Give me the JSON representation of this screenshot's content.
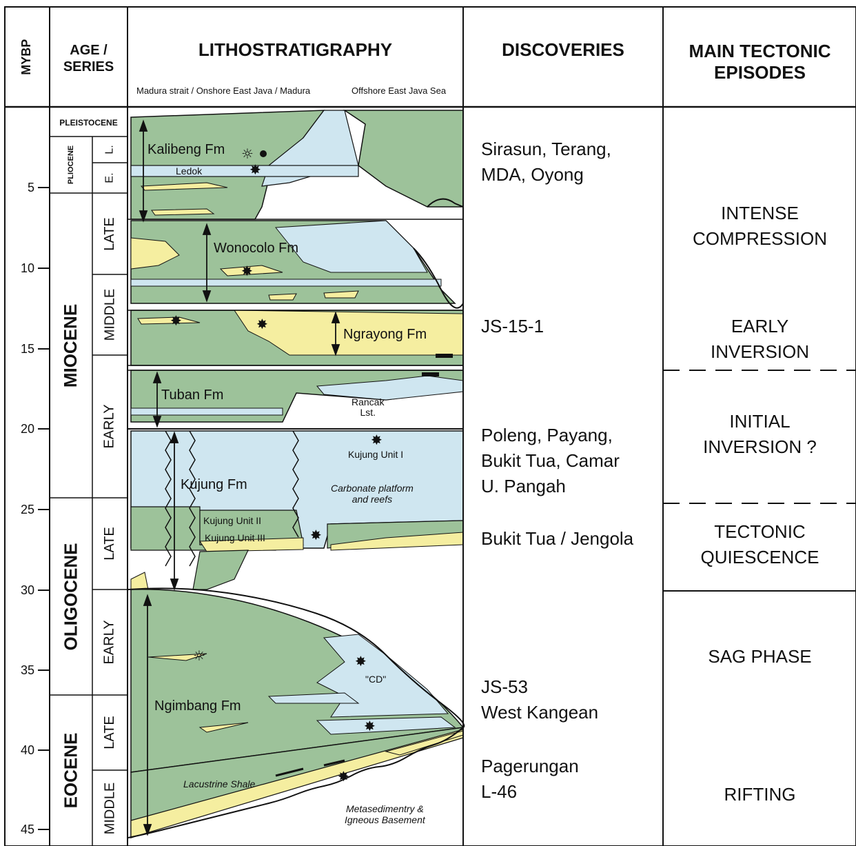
{
  "headers": {
    "mybp": "MYBP",
    "age": "AGE / SERIES",
    "litho": "LITHOSTRATIGRAPHY",
    "litho_left": "Madura strait / Onshore East Java / Madura",
    "litho_right": "Offshore East Java Sea",
    "discoveries": "DISCOVERIES",
    "tectonic": "MAIN TECTONIC EPISODES"
  },
  "mybp_ticks": [
    "5",
    "10",
    "15",
    "20",
    "25",
    "30",
    "35",
    "40",
    "45"
  ],
  "epochs": {
    "pleistocene": "PLEISTOCENE",
    "pliocene": "PLIOCENE",
    "miocene": "MIOCENE",
    "oligocene": "OLIGOCENE",
    "eocene": "EOCENE"
  },
  "series": {
    "plio_late": "L.",
    "plio_early": "E.",
    "mio_late": "LATE",
    "mio_middle": "MIDDLE",
    "mio_early": "EARLY",
    "oligo_late": "LATE",
    "oligo_early": "EARLY",
    "eo_late": "LATE",
    "eo_middle": "MIDDLE"
  },
  "formations": {
    "kalibeng": "Kalibeng Fm",
    "ledok": "Ledok",
    "wonocolo": "Wonocolo Fm",
    "ngrayong": "Ngrayong Fm",
    "tuban": "Tuban Fm",
    "rancak": "Rancak\nLst.",
    "kujung": "Kujung Fm",
    "kujung1": "Kujung Unit I",
    "carbonate": "Carbonate platform\nand reefs",
    "kujung2": "Kujung Unit II",
    "kujung3": "Kujung Unit III",
    "cd": "\"CD\"",
    "ngimbang": "Ngimbang Fm",
    "lacustrine": "Lacustrine Shale",
    "basement": "Metasedimentry &\nIgneous Basement"
  },
  "discoveries": {
    "d1": "Sirasun, Terang,\nMDA, Oyong",
    "d2": "JS-15-1",
    "d3": "Poleng, Payang,\nBukit Tua, Camar\nU. Pangah",
    "d4": "Bukit Tua / Jengola",
    "d5": "JS-53\nWest Kangean",
    "d6": "Pagerungan\nL-46"
  },
  "tectonics": {
    "t1": "INTENSE\nCOMPRESSION",
    "t2": "EARLY\nINVERSION",
    "t3": "INITIAL\nINVERSION ?",
    "t4": "TECTONIC\nQUIESCENCE",
    "t5": "SAG PHASE",
    "t6": "RIFTING"
  },
  "colors": {
    "green": "#9dc29a",
    "blue": "#cfe6f0",
    "yellow": "#f5eea0",
    "line": "#111111"
  }
}
